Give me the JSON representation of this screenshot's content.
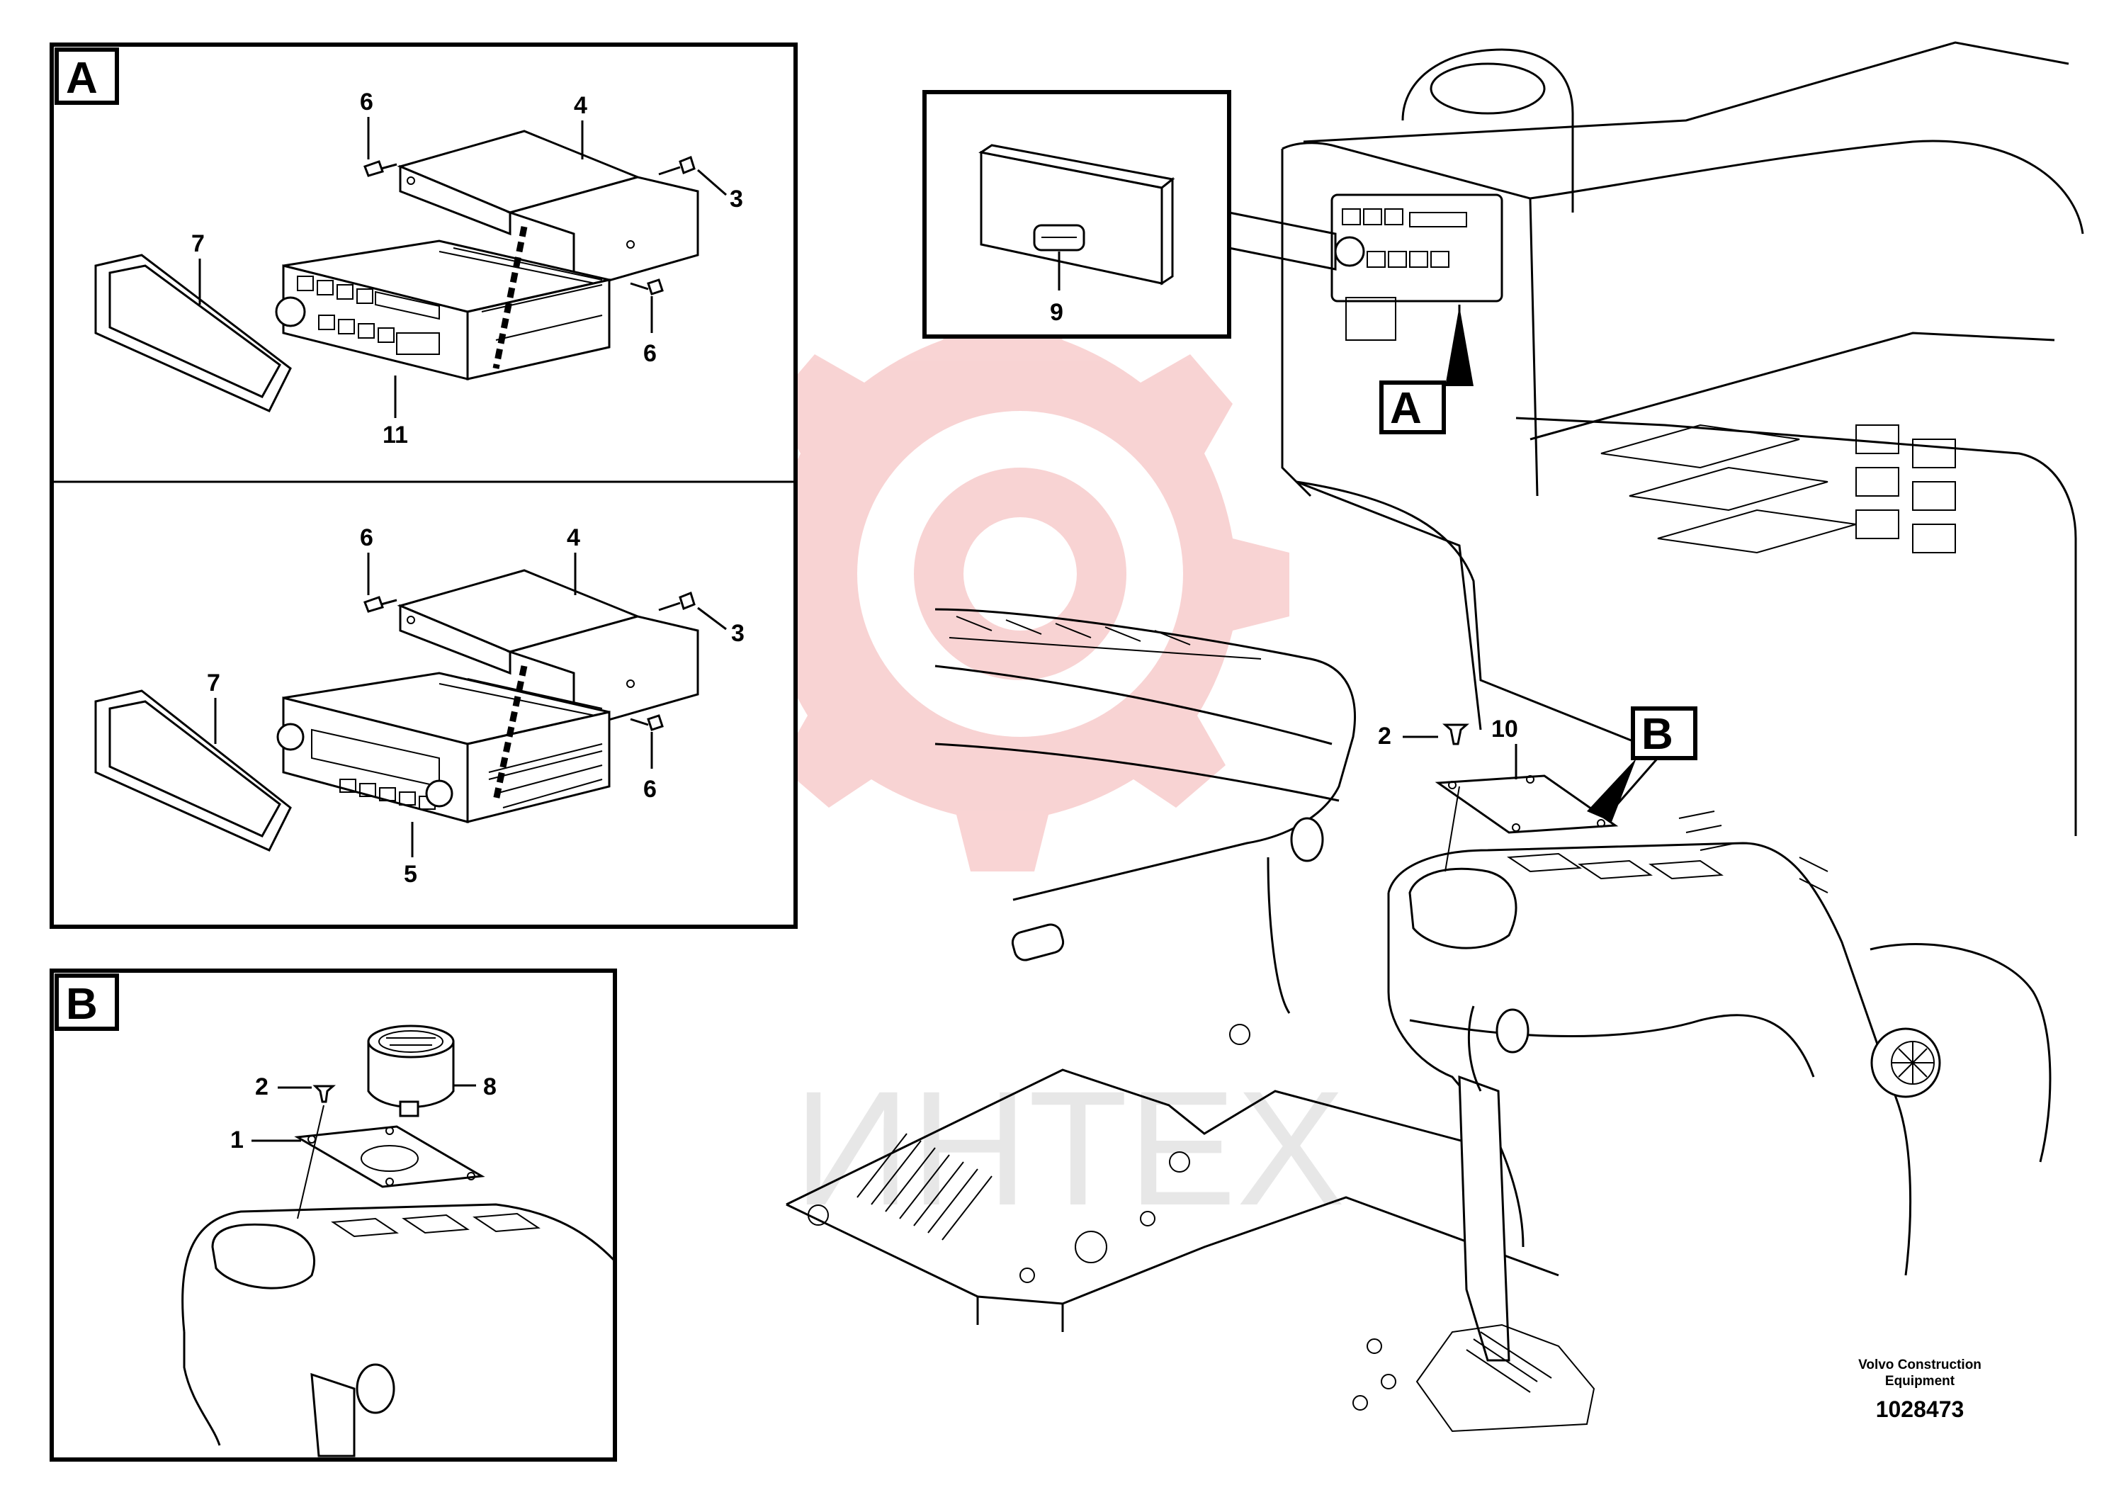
{
  "watermark": {
    "text": "ИНТЕХ",
    "color": "#f2a0a0"
  },
  "panels": {
    "A_top": {
      "label": "A",
      "callouts": [
        "6",
        "4",
        "3",
        "7",
        "6",
        "11"
      ]
    },
    "A_bottom": {
      "callouts": [
        "6",
        "4",
        "3",
        "7",
        "6",
        "5"
      ]
    },
    "B": {
      "label": "B",
      "callouts": [
        "2",
        "8",
        "1"
      ]
    },
    "detail": {
      "callouts": [
        "9"
      ]
    },
    "main": {
      "label_a": "A",
      "label_b": "B",
      "callouts": [
        "2",
        "10"
      ]
    }
  },
  "footer": {
    "company": "Volvo Construction",
    "company_line2": "Equipment",
    "drawing_number": "1028473"
  }
}
